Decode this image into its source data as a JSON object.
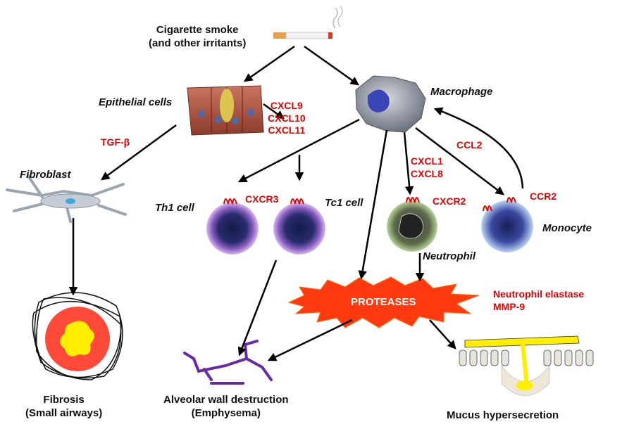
{
  "nodes": {
    "smoke": [
      "Cigarette smoke",
      "(and other irritants)"
    ],
    "epithelial": "Epithelial cells",
    "macrophage": "Macrophage",
    "fibroblast": "Fibroblast",
    "th1": "Th1 cell",
    "tc1": "Tc1 cell",
    "neutrophil": "Neutrophil",
    "monocyte": "Monocyte",
    "proteases": "PROTEASES",
    "fibrosis": [
      "Fibrosis",
      "(Small airways)"
    ],
    "alveolar": [
      "Alveolar wall destruction",
      "(Emphysema)"
    ],
    "mucus": "Mucus hypersecretion"
  },
  "mediators": {
    "epithelial_chemokines": [
      "CXCL9",
      "CXCL10",
      "CXCL11"
    ],
    "tgf": "TGF-β",
    "cxcr3": "CXCR3",
    "cxcl1_8": [
      "CXCL1",
      "CXCL8"
    ],
    "cxcr2": "CXCR2",
    "ccl2": "CCL2",
    "ccr2": "CCR2",
    "protease_types": [
      "Neutrophil elastase",
      "MMP-9"
    ]
  },
  "colors": {
    "label": "#111111",
    "mediator": "#e60000",
    "arrow": "#000000",
    "protease_burst": "#ff3300",
    "emphysema": "#6a2aa8",
    "mucus": "#ffee00"
  }
}
